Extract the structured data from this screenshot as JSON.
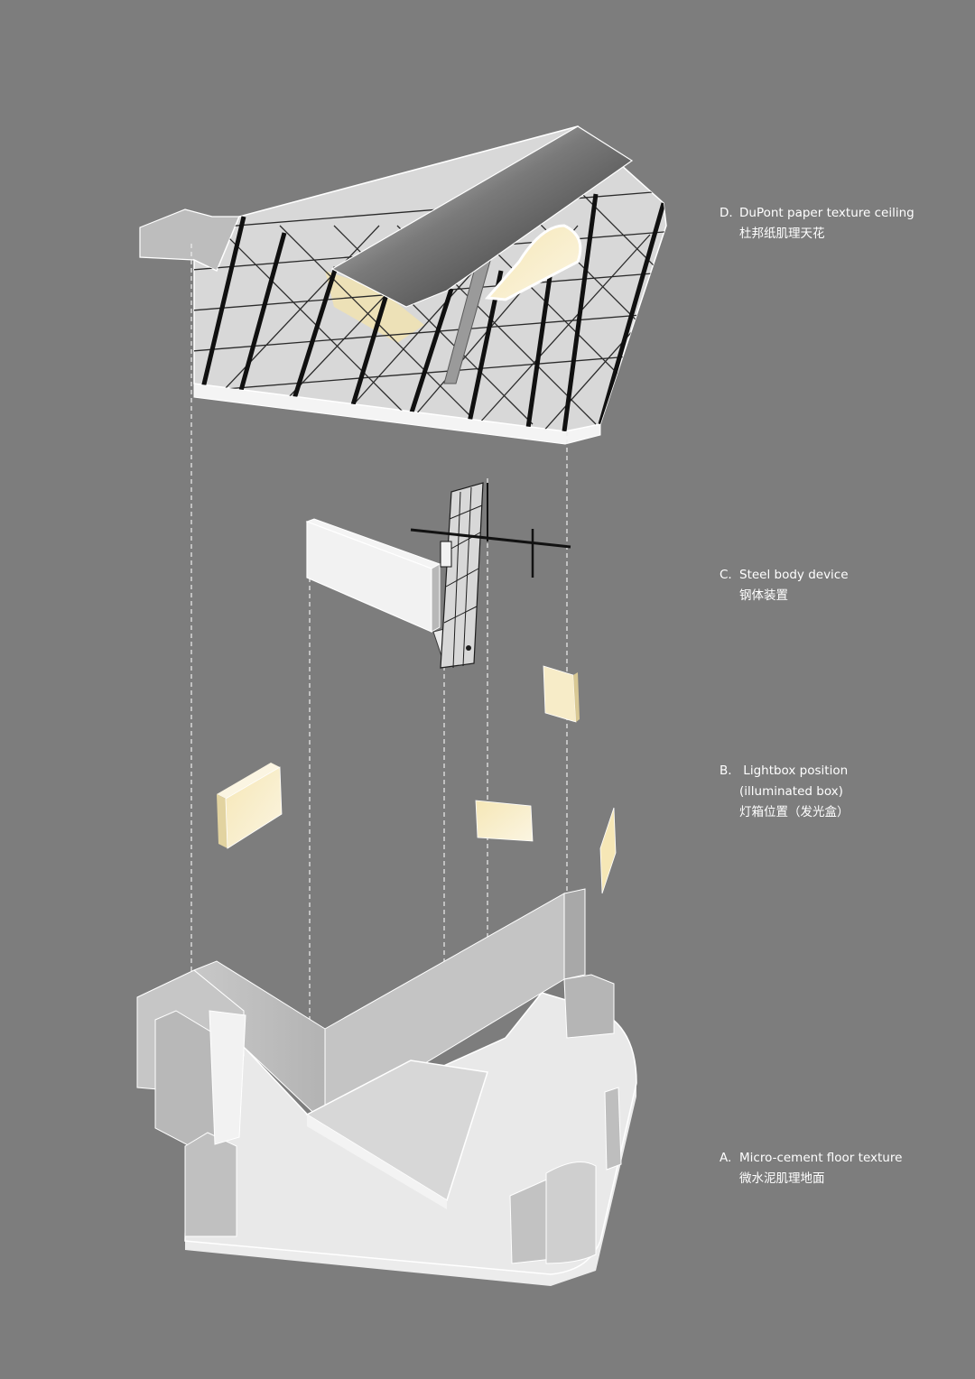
{
  "colors": {
    "background": "#7d7d7d",
    "panel": "#e6e6e6",
    "wall": "#bdbdbd",
    "lightbox": "#f3e4b4",
    "steel": "#1b1b1b",
    "label_text": "#ffffff"
  },
  "labels": [
    {
      "letter": "D.",
      "lines": [
        "DuPont paper texture ceiling"
      ],
      "cn": "杜邦纸肌理天花"
    },
    {
      "letter": "C.",
      "lines": [
        "Steel body device"
      ],
      "cn": "钢体装置"
    },
    {
      "letter": "B.",
      "lines": [
        " Lightbox position",
        "(illuminated box)"
      ],
      "cn": "灯箱位置（发光盒）"
    },
    {
      "letter": "A.",
      "lines": [
        "Micro-cement floor texture"
      ],
      "cn": "微水泥肌理地面"
    }
  ]
}
